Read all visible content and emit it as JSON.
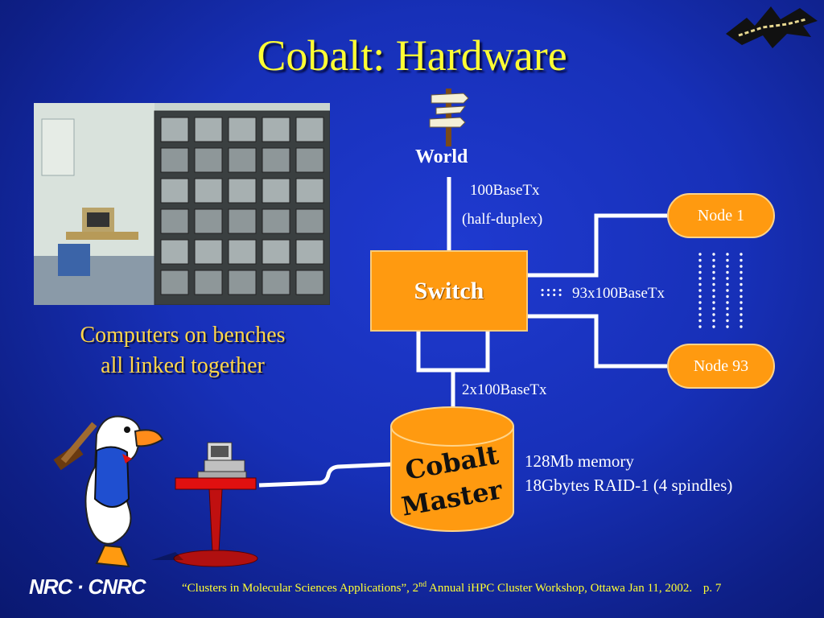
{
  "slide": {
    "title": "Cobalt: Hardware",
    "caption_line1": "Computers on benches",
    "caption_line2": "all linked together",
    "footer_text": "“Clusters in Molecular Sciences Applications”, 2",
    "footer_sup": "nd",
    "footer_rest": " Annual iHPC Cluster Workshop, Ottawa Jan 11, 2002.",
    "page": "p. 7",
    "logo": "NRC · CNRC"
  },
  "diagram": {
    "world": "World",
    "uplink_speed": "100BaseTx",
    "uplink_mode": "(half-duplex)",
    "switch": "Switch",
    "node_first": "Node 1",
    "node_last": "Node 93",
    "node_links_dots": "::::",
    "node_links": "93x100BaseTx",
    "master_links": "2x100BaseTx",
    "master_line1": "Cobalt",
    "master_line2": "Master",
    "master_memory": "128Mb memory",
    "master_storage": "18Gbytes RAID-1 (4 spindles)"
  },
  "colors": {
    "background": "#1730b8",
    "title": "#ffff33",
    "caption": "#ffd64a",
    "box_fill": "#ff9a10",
    "lines": "#ffffff"
  }
}
